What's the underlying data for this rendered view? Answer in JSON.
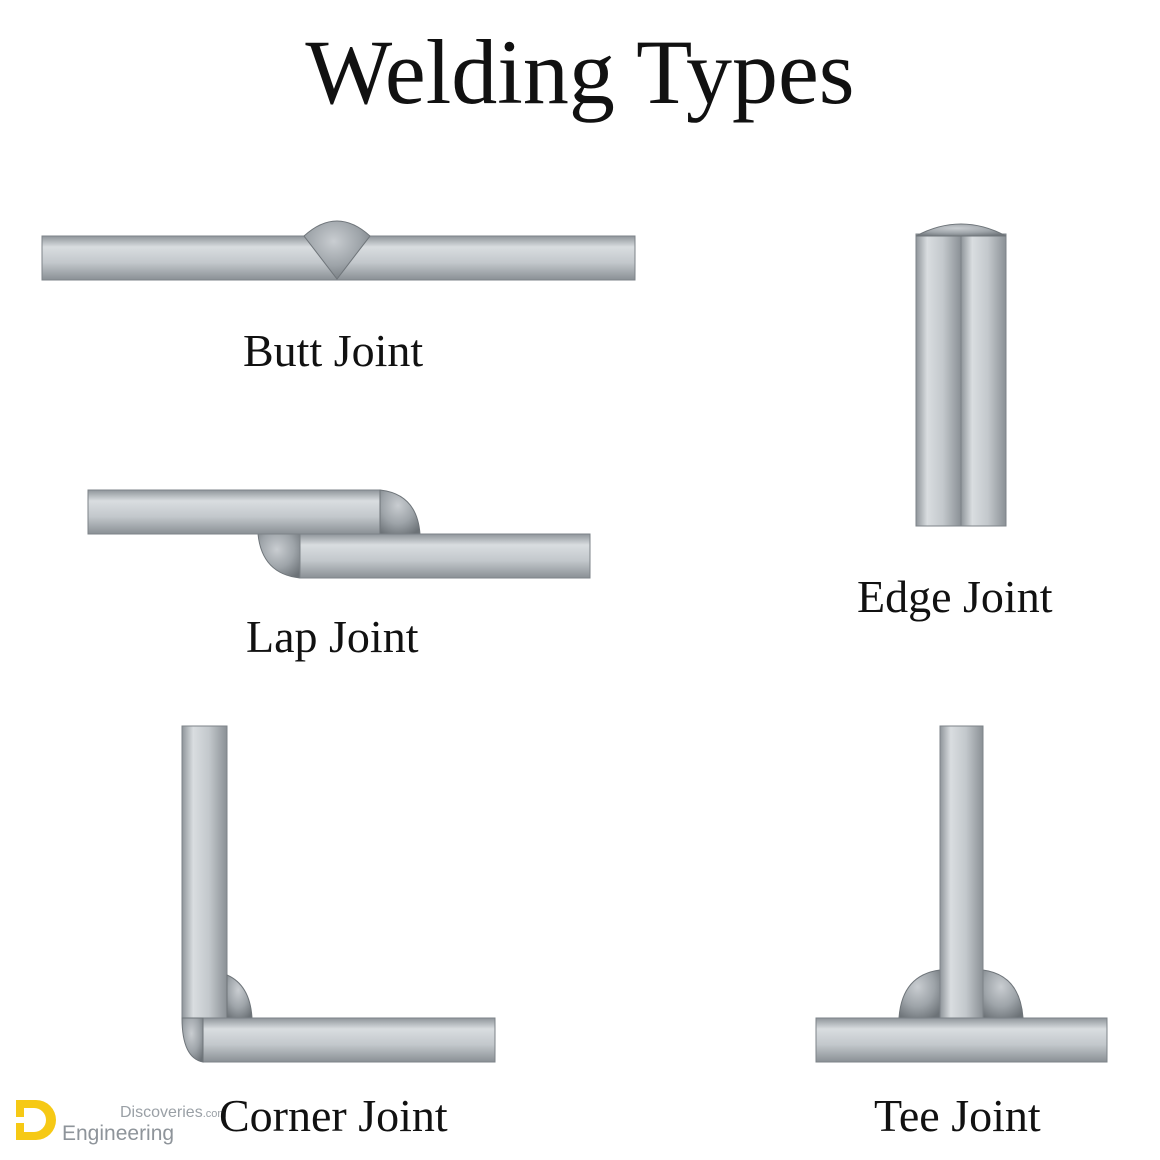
{
  "title": "Welding Types",
  "joints": {
    "butt": "Butt Joint",
    "edge": "Edge Joint",
    "lap": "Lap Joint",
    "corner": "Corner Joint",
    "tee": "Tee Joint"
  },
  "watermark": {
    "line1": "Discoveries",
    "line1_suffix": ".com",
    "line2": "Engineering"
  },
  "colors": {
    "metal_light": "#d6dadd",
    "metal_mid": "#b7bcc0",
    "metal_dark": "#868c91",
    "bead_dark": "#6f757a",
    "logo_yellow": "#f6c915",
    "text": "#111111"
  }
}
